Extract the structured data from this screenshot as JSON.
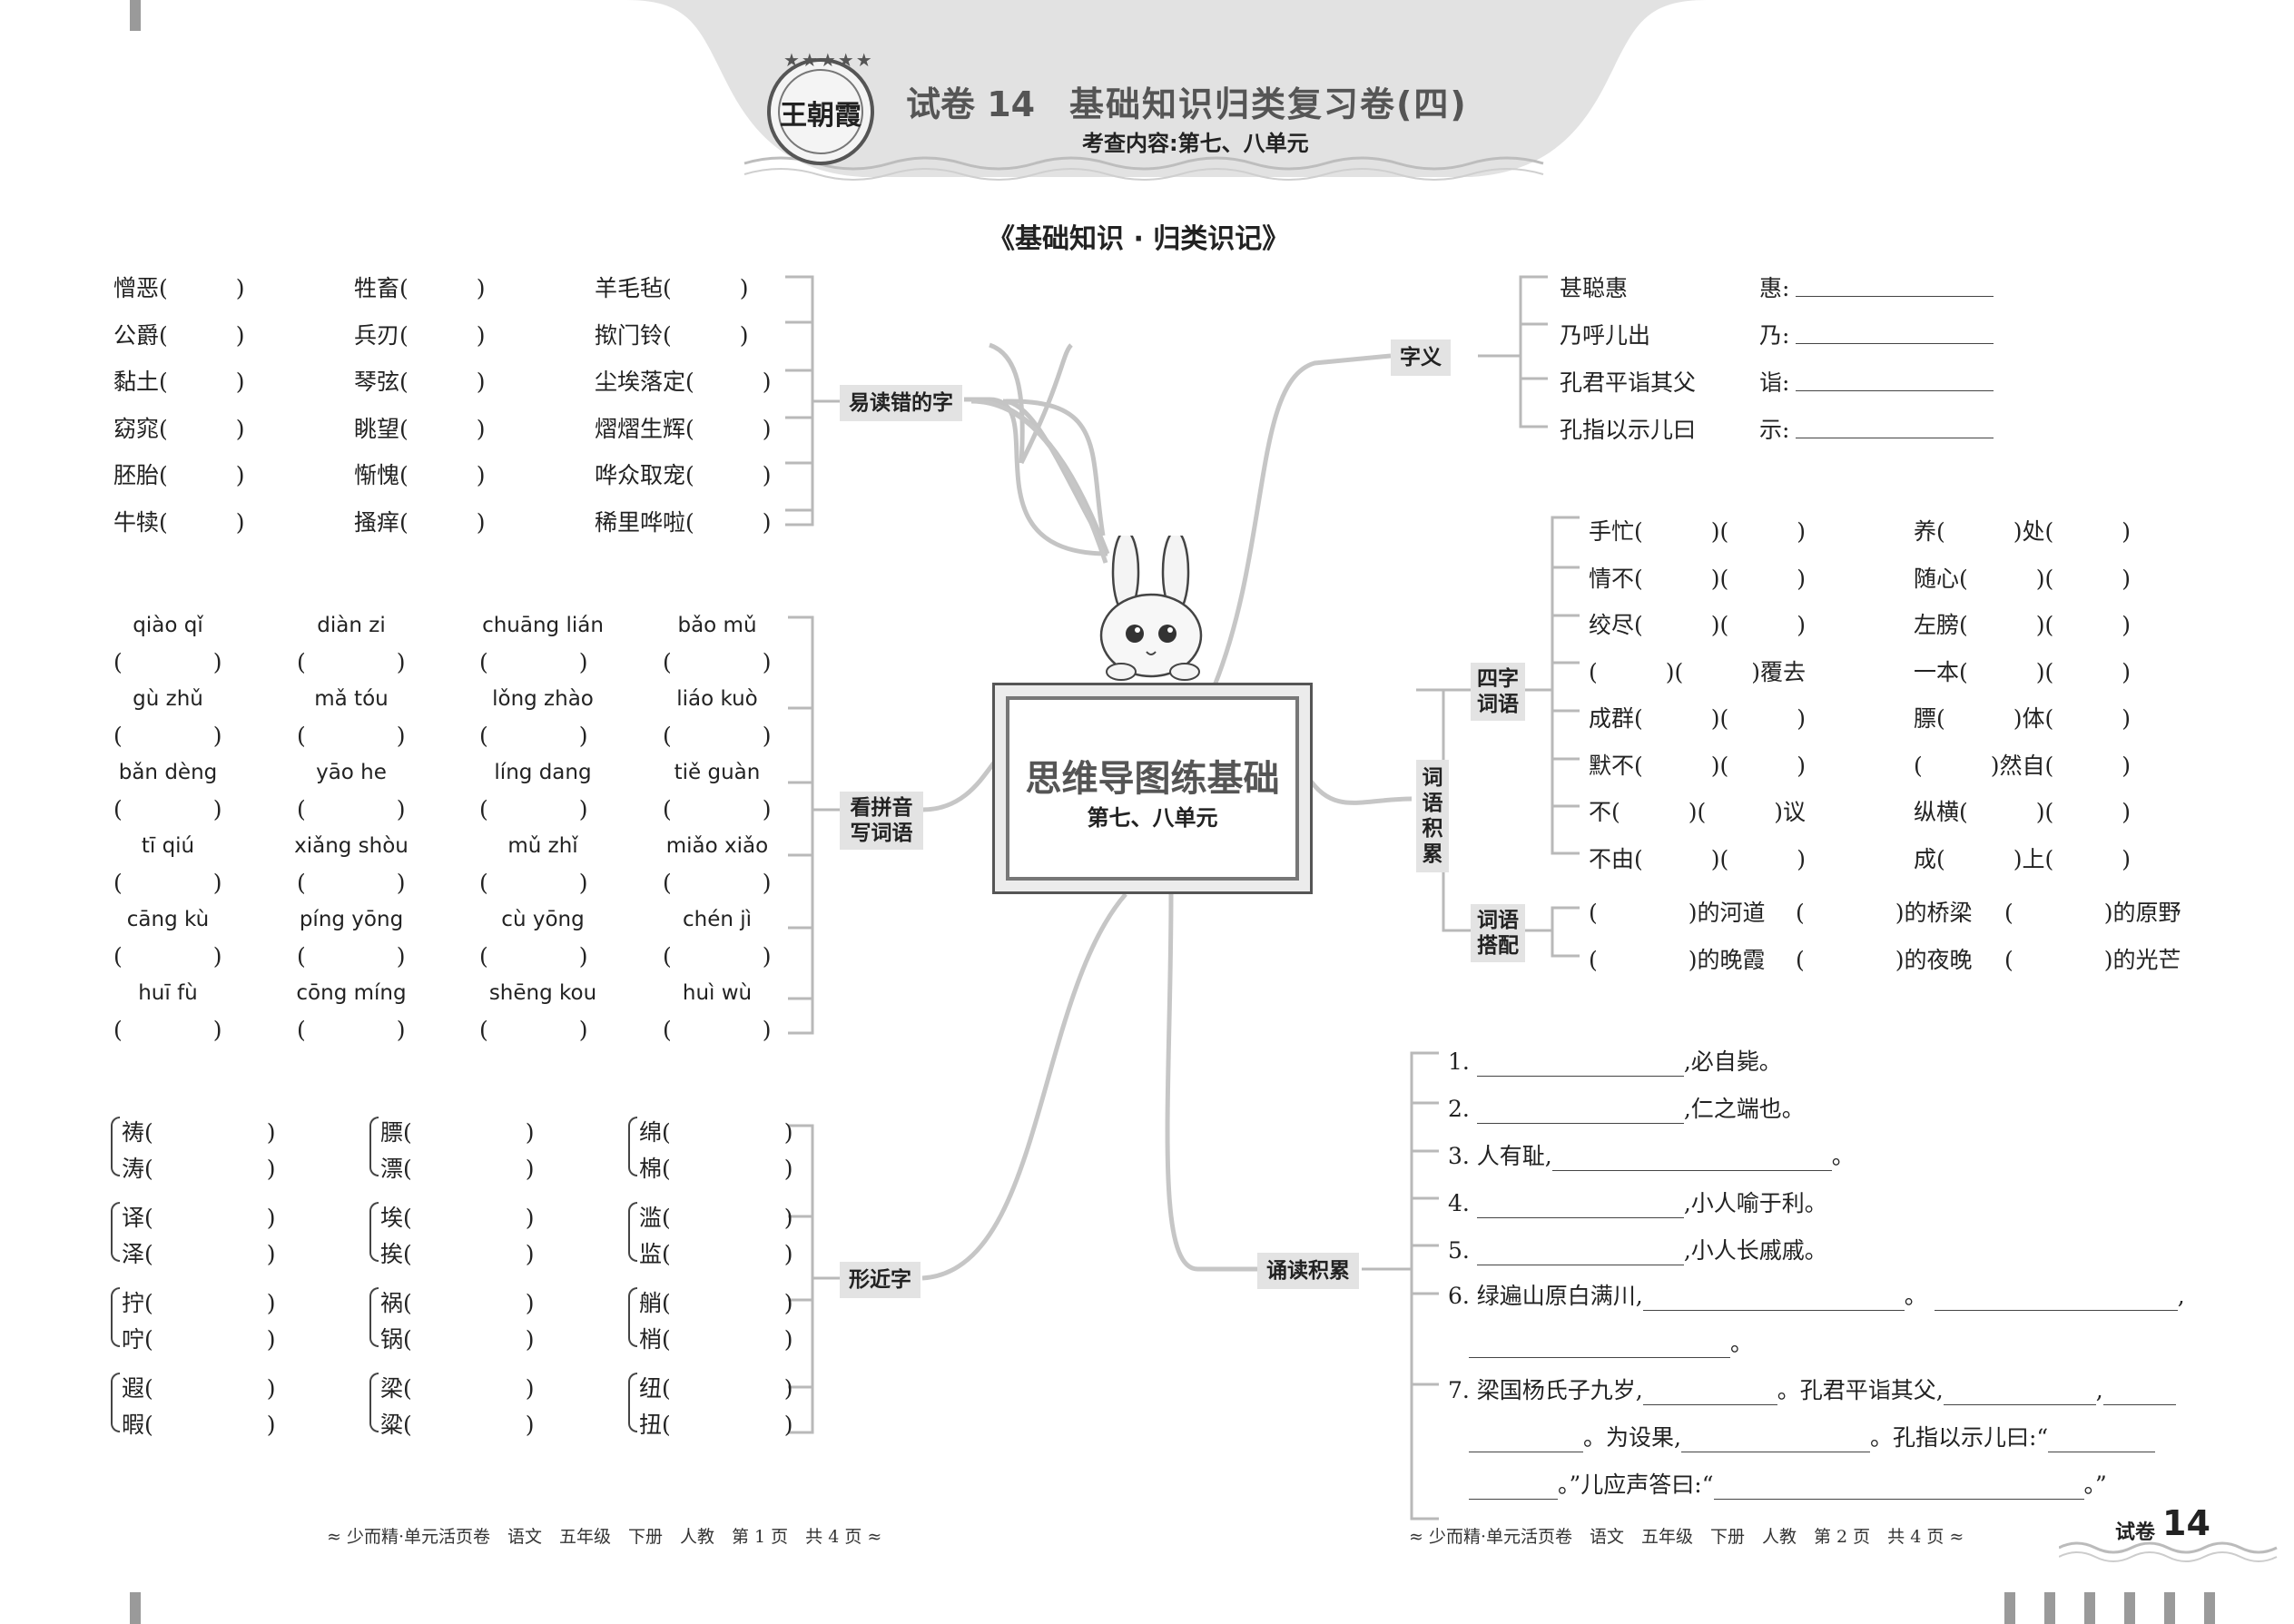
{
  "header": {
    "logo_text": "王朝霞",
    "paper_no": "试卷 14",
    "title": "基础知识归类复习卷(四)",
    "subtitle": "考查内容:第七、八单元"
  },
  "section_title": "《基础知识 · 归类识记》",
  "center": {
    "title": "思维导图练基础",
    "subtitle": "第七、八单元"
  },
  "branches": {
    "easy_misread": "易读错的字",
    "pinyin": [
      "看拼音",
      "写词语"
    ],
    "similar": "形近字",
    "meaning": "字义",
    "vocab": [
      "词",
      "语",
      "积",
      "累"
    ],
    "four_char": [
      "四字",
      "词语"
    ],
    "collocation": [
      "词语",
      "搭配"
    ],
    "recite": "诵读积累"
  },
  "misread": [
    [
      "憎恶(　　　)",
      "牲畜(　　　)",
      "羊毛毡(　　　)"
    ],
    [
      "公爵(　　　)",
      "兵刃(　　　)",
      "揿门铃(　　　)"
    ],
    [
      "黏土(　　　)",
      "琴弦(　　　)",
      "尘埃落定(　　　)"
    ],
    [
      "窈窕(　　　)",
      "眺望(　　　)",
      "熠熠生辉(　　　)"
    ],
    [
      "胚胎(　　　)",
      "惭愧(　　　)",
      "哗众取宠(　　　)"
    ],
    [
      "牛犊(　　　)",
      "搔痒(　　　)",
      "稀里哗啦(　　　)"
    ]
  ],
  "pinyin_words": [
    [
      "qiào qǐ",
      "diàn zi",
      "chuāng lián",
      "bǎo mǔ"
    ],
    [
      "gù zhǔ",
      "mǎ tóu",
      "lǒng zhào",
      "liáo kuò"
    ],
    [
      "bǎn dèng",
      "yāo he",
      "líng dang",
      "tiě guàn"
    ],
    [
      "tī qiú",
      "xiǎng shòu",
      "mǔ zhǐ",
      "miǎo xiǎo"
    ],
    [
      "cāng kù",
      "píng yōng",
      "cù yōng",
      "chén jì"
    ],
    [
      "huī fù",
      "cōng míng",
      "shēng kou",
      "huì wù"
    ]
  ],
  "similar_chars": [
    [
      [
        "祷(",
        "涛("
      ],
      [
        "膘(",
        "漂("
      ],
      [
        "绵(",
        "棉("
      ]
    ],
    [
      [
        "译(",
        "泽("
      ],
      [
        "埃(",
        "挨("
      ],
      [
        "滥(",
        "监("
      ]
    ],
    [
      [
        "拧(",
        "咛("
      ],
      [
        "祸(",
        "锅("
      ],
      [
        "艄(",
        "梢("
      ]
    ],
    [
      [
        "遐(",
        "暇("
      ],
      [
        "梁(",
        "粱("
      ],
      [
        "纽(",
        "扭("
      ]
    ]
  ],
  "meaning_items": [
    [
      "甚聪惠",
      "惠:"
    ],
    [
      "乃呼儿出",
      "乃:"
    ],
    [
      "孔君平诣其父",
      "诣:"
    ],
    [
      "孔指以示儿曰",
      "示:"
    ]
  ],
  "four_char_left": [
    "手忙(　　　)(　　　)",
    "情不(　　　)(　　　)",
    "绞尽(　　　)(　　　)",
    "(　　　)(　　　)覆去",
    "成群(　　　)(　　　)",
    "默不(　　　)(　　　)",
    "不(　　　)(　　　)议",
    "不由(　　　)(　　　)"
  ],
  "four_char_right": [
    "养(　　　)处(　　　)",
    "随心(　　　)(　　　)",
    "左膀(　　　)(　　　)",
    "一本(　　　)(　　　)",
    "膘(　　　)体(　　　)",
    "(　　　)然自(　　　)",
    "纵横(　　　)(　　　)",
    "成(　　　)上(　　　)"
  ],
  "collocation_rows": [
    [
      "(　　　　)的河道",
      "(　　　　)的桥梁",
      "(　　　　)的原野"
    ],
    [
      "(　　　　)的晚霞",
      "(　　　　)的夜晚",
      "(　　　　)的光芒"
    ]
  ],
  "recite": {
    "q1": {
      "num": "1.",
      "tail": ",必自毙。"
    },
    "q2": {
      "num": "2.",
      "tail": ",仁之端也。"
    },
    "q3": {
      "head": "3. 人有耻,",
      "tail": "。"
    },
    "q4": {
      "num": "4.",
      "tail": ",小人喻于利。"
    },
    "q5": {
      "num": "5.",
      "tail": ",小人长戚戚。"
    },
    "q6": {
      "head": "6. 绿遍山原白满川,",
      "mid": "。",
      "tail": ",",
      "end": "。"
    },
    "q7": {
      "head": "7. 梁国杨氏子九岁,",
      "a": "。孔君平诣其父,",
      "b": ",",
      "c": "。为设果,",
      "d": "。孔指以示儿曰:“",
      "e": "。”儿应声答曰:“",
      "f": "。”"
    }
  },
  "footer": {
    "left": "≈ 少而精·单元活页卷　语文　五年级　下册　人教　第 1 页　共 4 页 ≈",
    "right": "≈ 少而精·单元活页卷　语文　五年级　下册　人教　第 2 页　共 4 页 ≈",
    "badge_label": "试卷",
    "badge_no": "14"
  }
}
